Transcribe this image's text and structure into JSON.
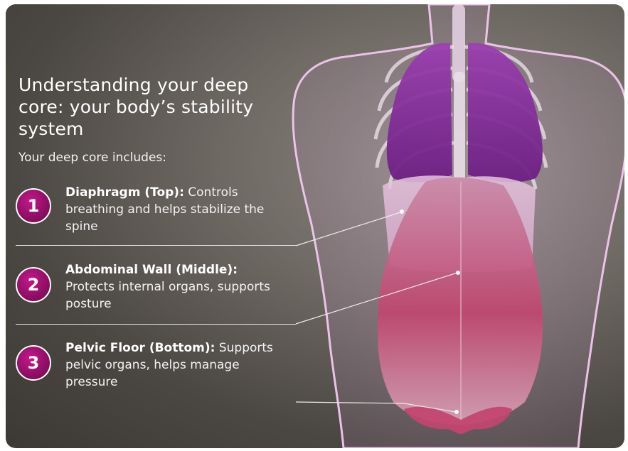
{
  "title": "Understanding your deep core: your body’s stability system",
  "intro": "Your deep core includes:",
  "items": [
    {
      "number": "1",
      "heading": "Diaphragm (Top):",
      "text": " Controls breathing and helps stabilize the spine"
    },
    {
      "number": "2",
      "heading": "Abdominal Wall (Middle):",
      "text": " Protects internal organs, supports posture"
    },
    {
      "number": "3",
      "heading": "Pelvic Floor (Bottom):",
      "text": " Supports pelvic organs, helps manage pressure"
    }
  ],
  "colors": {
    "badge": "#a3137a",
    "lungs": "#8a2f9a",
    "abdominal_wall": "#c93f7a",
    "body_outline": "#e8b8e4",
    "background": "#5a5650"
  },
  "icons": [
    "body-illustration-icon",
    "lungs-icon",
    "ribcage-icon",
    "pelvic-floor-icon"
  ]
}
